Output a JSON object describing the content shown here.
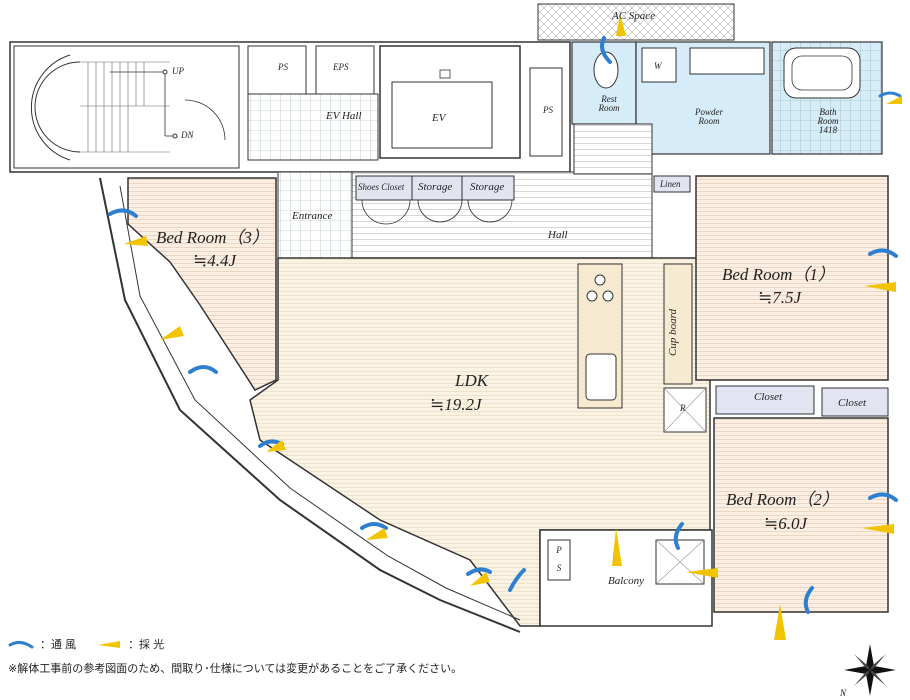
{
  "rooms": {
    "ac_space": "AC Space",
    "up": "UP",
    "dn": "DN",
    "ps_top": "PS",
    "eps": "EPS",
    "ev_hall": "EV Hall",
    "ev": "EV",
    "ps_mid": "PS",
    "rest_room": [
      "Rest",
      "Room"
    ],
    "powder_room": [
      "Powder",
      "Room"
    ],
    "washer": "W",
    "bath_room": [
      "Bath",
      "Room",
      "1418"
    ],
    "linen": "Linen",
    "shoes_closet": "Shoes Closet",
    "storage1": "Storage",
    "storage2": "Storage",
    "entrance": "Entrance",
    "hall": "Hall",
    "bed3": {
      "name": "Bed Room（3）",
      "size": "≒4.4J"
    },
    "bed1": {
      "name": "Bed Room（1）",
      "size": "≒7.5J"
    },
    "bed2": {
      "name": "Bed Room（2）",
      "size": "≒6.0J"
    },
    "ldk": {
      "name": "LDK",
      "size": "≒19.2J"
    },
    "cupboard": "Cup board",
    "refrigerator": "R",
    "closet1": "Closet",
    "closet2": "Closet",
    "ps_balcony": [
      "P",
      "S"
    ],
    "balcony": "Balcony"
  },
  "legend": {
    "wind": "：通 風",
    "light": "：採 光"
  },
  "note": "※解体工事前の参考図面のため、間取り･仕様については変更があることをご了承ください。",
  "compass_letter": "N",
  "colors": {
    "wind": "#2f7fd0",
    "light": "#f2c400",
    "wet": "#d6ecf8",
    "wood": "#f8e9dc",
    "ldk": "#faf3e3",
    "closet": "#e3e4f2"
  }
}
